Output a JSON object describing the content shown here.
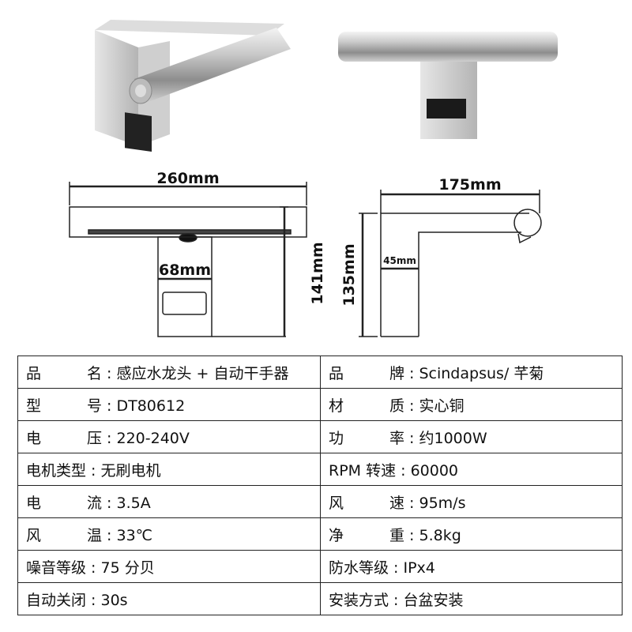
{
  "drawings": {
    "front_width": "260mm",
    "base_width": "68mm",
    "front_height": "141mm",
    "side_width": "175mm",
    "side_height": "135mm",
    "side_thickness": "45mm"
  },
  "specs": [
    [
      {
        "label_a": "品",
        "label_b": "名",
        "spaced": true,
        "value": "感应水龙头 + 自动干手器"
      },
      {
        "label_a": "品",
        "label_b": "牌",
        "spaced": true,
        "value": "Scindapsus/ 芊菊"
      }
    ],
    [
      {
        "label_a": "型",
        "label_b": "号",
        "spaced": true,
        "value": "DT80612"
      },
      {
        "label_a": "材",
        "label_b": "质",
        "spaced": true,
        "value": "实心铜"
      }
    ],
    [
      {
        "label_a": "电",
        "label_b": "压",
        "spaced": true,
        "value": "220-240V"
      },
      {
        "label_a": "功",
        "label_b": "率",
        "spaced": true,
        "value": "约1000W"
      }
    ],
    [
      {
        "label": "电机类型",
        "value": "无刷电机"
      },
      {
        "label": "RPM 转速",
        "value": "60000"
      }
    ],
    [
      {
        "label_a": "电",
        "label_b": "流",
        "spaced": true,
        "value": "3.5A"
      },
      {
        "label_a": "风",
        "label_b": "速",
        "spaced": true,
        "value": "95m/s"
      }
    ],
    [
      {
        "label_a": "风",
        "label_b": "温",
        "spaced": true,
        "value": "33℃"
      },
      {
        "label_a": "净",
        "label_b": "重",
        "spaced": true,
        "value": "5.8kg"
      }
    ],
    [
      {
        "label": "噪音等级",
        "value": "75 分贝"
      },
      {
        "label": "防水等级",
        "value": "IPx4"
      }
    ],
    [
      {
        "label": "自动关闭",
        "value": "30s"
      },
      {
        "label": "安装方式",
        "value": "台盆安装"
      }
    ]
  ]
}
